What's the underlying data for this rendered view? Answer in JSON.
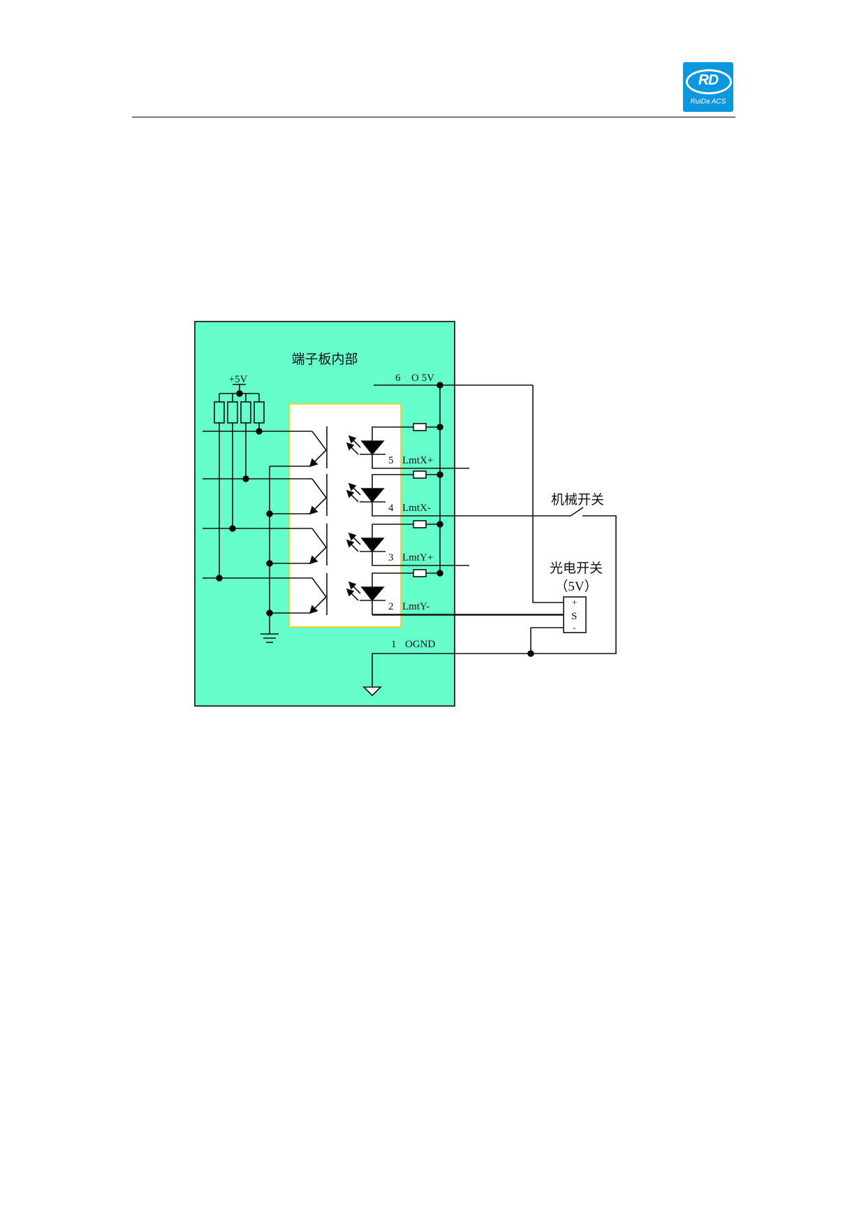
{
  "header": {
    "logo": {
      "mark": "RD",
      "subtitle": "RuiDa ACS",
      "color": "#0b97dd"
    }
  },
  "diagram": {
    "board_title": "端子板内部",
    "supply_label": "+5V",
    "board_color": "#66ffcc",
    "optocoupler_border_color": "#ffcc00",
    "pins": [
      {
        "number": "6",
        "name": "O 5V"
      },
      {
        "number": "5",
        "name": "LmtX+"
      },
      {
        "number": "4",
        "name": "LmtX-"
      },
      {
        "number": "3",
        "name": "LmtY+"
      },
      {
        "number": "2",
        "name": "LmtY-"
      },
      {
        "number": "1",
        "name": "OGND"
      }
    ],
    "mechanical_switch_label": "机械开关",
    "photo_switch_label": "光电开关",
    "photo_switch_voltage": "（5V）",
    "sensor_pins": {
      "plus": "+",
      "signal": "S",
      "minus": "-"
    }
  }
}
